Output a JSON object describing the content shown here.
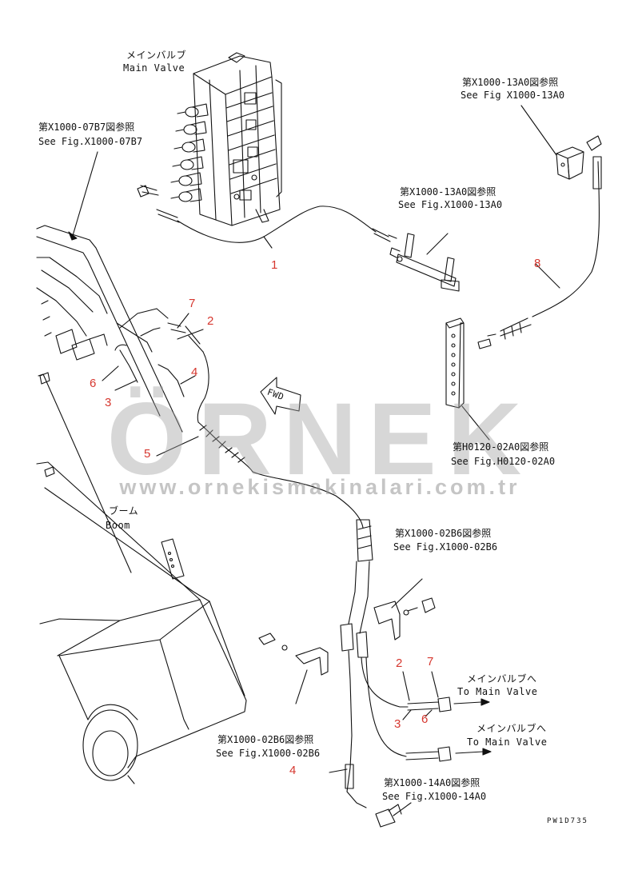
{
  "labels": {
    "main_valve_jp": "メインバルブ",
    "main_valve_en": "Main Valve",
    "boom_jp": "ブーム",
    "boom_en": "Boom",
    "fwd": "FWD",
    "to_main_valve_jp_1": "メインバルブへ",
    "to_main_valve_en_1": "To Main Valve",
    "to_main_valve_jp_2": "メインバルブへ",
    "to_main_valve_en_2": "To Main Valve"
  },
  "references": {
    "x1000_07b7": {
      "jp": "第X1000-07B7図参照",
      "en": "See Fig.X1000-07B7"
    },
    "x1000_13a0_top": {
      "jp": "第X1000-13A0図参照",
      "en": "See Fig X1000-13A0"
    },
    "x1000_13a0_mid": {
      "jp": "第X1000-13A0図参照",
      "en": "See Fig.X1000-13A0"
    },
    "h0120_02a0": {
      "jp": "第H0120-02A0図参照",
      "en": "See Fig.H0120-02A0"
    },
    "x1000_02b6_right": {
      "jp": "第X1000-02B6図参照",
      "en": "See Fig.X1000-02B6"
    },
    "x1000_02b6_left": {
      "jp": "第X1000-02B6図参照",
      "en": "See Fig.X1000-02B6"
    },
    "x1000_14a0": {
      "jp": "第X1000-14A0図参照",
      "en": "See Fig.X1000-14A0"
    }
  },
  "part_numbers": {
    "n1": "1",
    "n2_top": "2",
    "n3_top": "3",
    "n4_top": "4",
    "n5": "5",
    "n6_top": "6",
    "n7_top": "7",
    "n8": "8",
    "n2_bottom": "2",
    "n7_bottom": "7",
    "n3_bottom": "3",
    "n6_bottom": "6",
    "n4_bottom": "4"
  },
  "watermark": {
    "brand": "ÖRNEK",
    "url": "www.ornekismakinalari.com.tr"
  },
  "drawing_code": "PW1D735",
  "colors": {
    "part_number": "#d6372f",
    "line": "#111111",
    "watermark": "#a0a0a0"
  }
}
